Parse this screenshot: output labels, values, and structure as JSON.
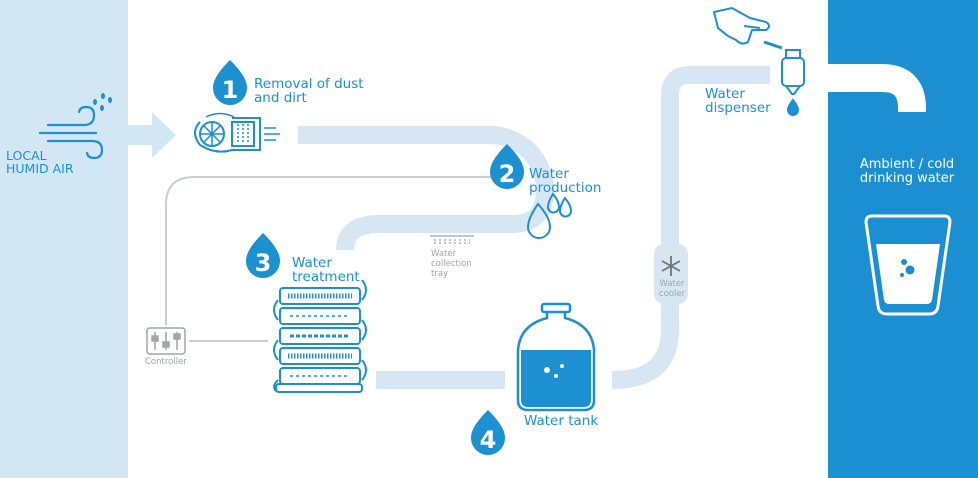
{
  "diagram": {
    "left_panel_label_line1": "LOCAL",
    "left_panel_label_line2": "HUMID AIR",
    "right_panel_label_line1": "Ambient / cold",
    "right_panel_label_line2": "drinking water",
    "steps": [
      {
        "number": "1",
        "label_line1": "Removal of dust",
        "label_line2": "and dirt"
      },
      {
        "number": "2",
        "label_line1": "Water",
        "label_line2": "production"
      },
      {
        "number": "3",
        "label_line1": "Water",
        "label_line2": "treatment"
      },
      {
        "number": "4",
        "label_line1": "Water tank",
        "label_line2": ""
      }
    ],
    "dispenser_label_line1": "Water",
    "dispenser_label_line2": "dispenser",
    "tray_label_line1": "Water",
    "tray_label_line2": "collection",
    "tray_label_line3": "tray",
    "cooler_label_line1": "Water",
    "cooler_label_line2": "cooler",
    "controller_label": "Controller",
    "colors": {
      "accent_blue": "#1d90d2",
      "light_blue_panel": "#d2e6f4",
      "pipe_blue": "#d6e7f3",
      "gray_line": "#c9cdd0"
    },
    "icons": [
      "wind-icon",
      "fan-filter-icon",
      "droplets-icon",
      "filter-stack-icon",
      "water-tank-icon",
      "snowflake-icon",
      "faucet-icon",
      "drinking-glass-icon",
      "controller-icon",
      "collection-tray-icon",
      "hand-icon"
    ]
  }
}
